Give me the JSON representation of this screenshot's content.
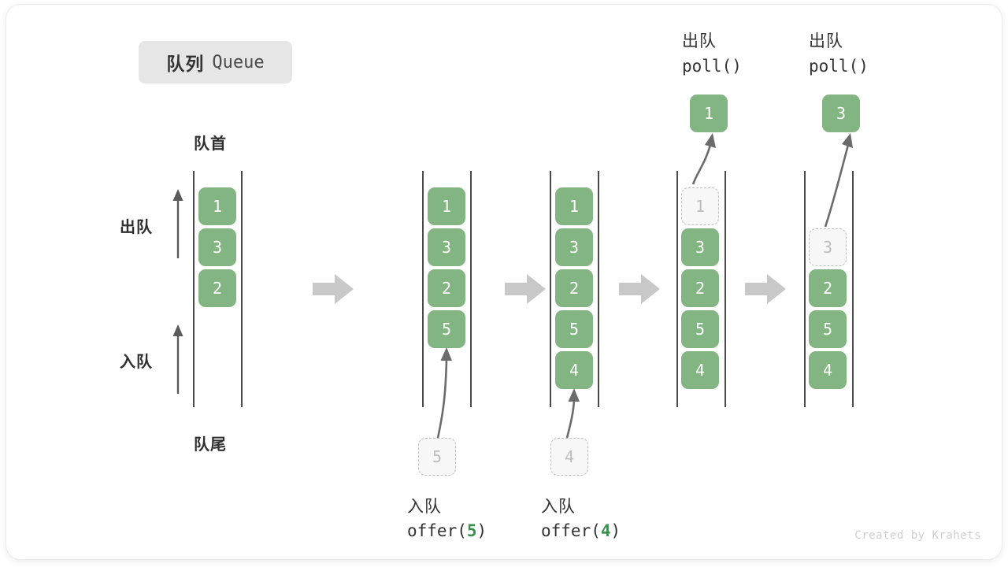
{
  "title": {
    "cn": "队列",
    "en": "Queue"
  },
  "axis_labels": {
    "head": "队首",
    "tail": "队尾",
    "dequeue": "出队",
    "enqueue": "入队"
  },
  "credit": "Created by Krahets",
  "colors": {
    "item_fill": "#82b582",
    "item_text": "#ffffff",
    "ghost_fill": "#f7f7f7",
    "ghost_border": "#bfbfbf",
    "ghost_text": "#bdbdbd",
    "rail": "#4a4a4a",
    "step_arrow": "#c8c8c8",
    "highlight": "#3c8f4e",
    "badge_bg": "#e6e6e6",
    "text": "#333333"
  },
  "chart_data": {
    "type": "diagram",
    "title": "队列 Queue",
    "description": "FIFO queue operations: initial state, two offer() enqueues at the tail, then two poll() dequeues from the head.",
    "head_label": "队首",
    "tail_label": "队尾",
    "steps": [
      {
        "id": "initial",
        "index": 0,
        "items": [
          "1",
          "3",
          "2"
        ],
        "ghost": null,
        "ghost_slot": null,
        "op_label_cn": "",
        "op_label_code": "",
        "result": null,
        "annotations": [
          "出队",
          "入队"
        ]
      },
      {
        "id": "offer-5",
        "index": 1,
        "items": [
          "1",
          "3",
          "2",
          "5"
        ],
        "ghost": "5",
        "ghost_slot": "below-tail",
        "op_label_cn": "入队",
        "op_label_code": "offer(5)",
        "op_arg": "5",
        "result": null
      },
      {
        "id": "offer-4",
        "index": 2,
        "items": [
          "1",
          "3",
          "2",
          "5",
          "4"
        ],
        "ghost": "4",
        "ghost_slot": "below-tail",
        "op_label_cn": "入队",
        "op_label_code": "offer(4)",
        "op_arg": "4",
        "result": null
      },
      {
        "id": "poll-1",
        "index": 3,
        "items": [
          "3",
          "2",
          "5",
          "4"
        ],
        "ghost": "1",
        "ghost_slot": "head-slot-0",
        "op_label_cn": "出队",
        "op_label_code": "poll()",
        "result": "1"
      },
      {
        "id": "poll-3",
        "index": 4,
        "items": [
          "2",
          "5",
          "4"
        ],
        "ghost": "3",
        "ghost_slot": "head-slot-1",
        "op_label_cn": "出队",
        "op_label_code": "poll()",
        "result": "3"
      }
    ]
  },
  "columns": {
    "c0": {
      "cells": [
        {
          "value": "1",
          "kind": "filled"
        },
        {
          "value": "3",
          "kind": "filled"
        },
        {
          "value": "2",
          "kind": "filled"
        }
      ]
    },
    "c1": {
      "cells": [
        {
          "value": "1",
          "kind": "filled"
        },
        {
          "value": "3",
          "kind": "filled"
        },
        {
          "value": "2",
          "kind": "filled"
        },
        {
          "value": "5",
          "kind": "filled"
        }
      ],
      "ghost": "5",
      "op_cn": "入队",
      "op_pre": "offer(",
      "op_arg": "5",
      "op_post": ")"
    },
    "c2": {
      "cells": [
        {
          "value": "1",
          "kind": "filled"
        },
        {
          "value": "3",
          "kind": "filled"
        },
        {
          "value": "2",
          "kind": "filled"
        },
        {
          "value": "5",
          "kind": "filled"
        },
        {
          "value": "4",
          "kind": "filled"
        }
      ],
      "ghost": "4",
      "op_cn": "入队",
      "op_pre": "offer(",
      "op_arg": "4",
      "op_post": ")"
    },
    "c3": {
      "cells": [
        {
          "value": "1",
          "kind": "ghost"
        },
        {
          "value": "3",
          "kind": "filled"
        },
        {
          "value": "2",
          "kind": "filled"
        },
        {
          "value": "5",
          "kind": "filled"
        },
        {
          "value": "4",
          "kind": "filled"
        }
      ],
      "result": "1",
      "op_cn": "出队",
      "op_code": "poll()"
    },
    "c4": {
      "cells": [
        {
          "value": "3",
          "kind": "ghost"
        },
        {
          "value": "2",
          "kind": "filled"
        },
        {
          "value": "5",
          "kind": "filled"
        },
        {
          "value": "4",
          "kind": "filled"
        }
      ],
      "result": "3",
      "op_cn": "出队",
      "op_code": "poll()"
    }
  }
}
